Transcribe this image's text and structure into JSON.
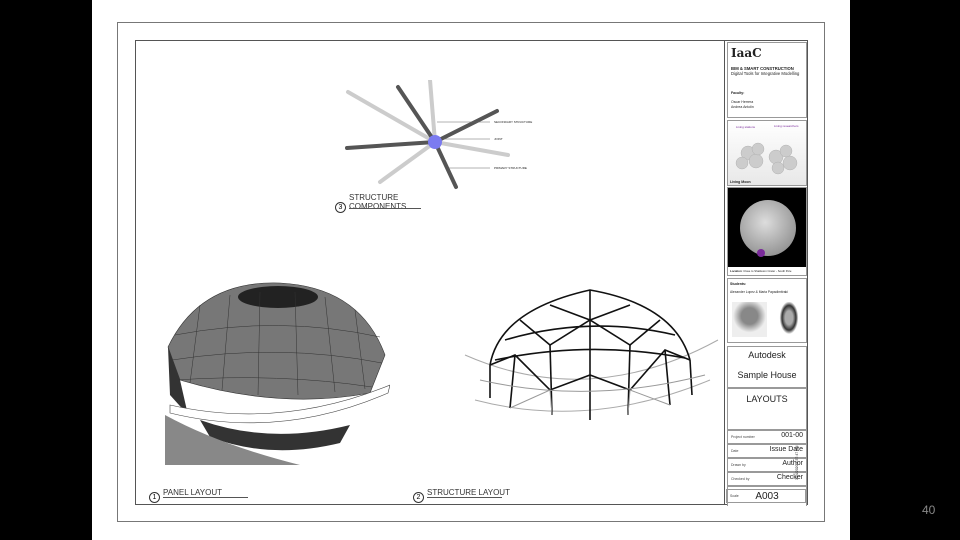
{
  "slide_number": "40",
  "title_block": {
    "logo": "IaaC",
    "program": "BIM & SMART CONSTRUCTION",
    "course": "Digital Tools for Integrative Modelling",
    "faculty_label": "Faculty:",
    "faculty": [
      "Oscar Herrera",
      "Andrea Antolin"
    ],
    "render_labels": [
      "Living stations",
      "Living researchers"
    ],
    "render_caption": "Living Moon",
    "location_label": "Location",
    "location": ": Close to Shakleton Crater - South Pole",
    "students_label": "Students:",
    "students": "Alexander Lopez & Maria Papadimitraki",
    "company": "Autodesk",
    "project": "Sample House",
    "sheet_name": "LAYOUTS",
    "fields": [
      {
        "label": "Project number",
        "value": "001-00"
      },
      {
        "label": "Date",
        "value": "Issue Date"
      },
      {
        "label": "Drawn by",
        "value": "Author"
      },
      {
        "label": "Checked by",
        "value": "Checker"
      }
    ],
    "sheet_number": "A003",
    "scale_label": "Scale",
    "timestamp": "3/14/2020 2:37:47 PM"
  },
  "views": [
    {
      "number": "1",
      "title": "PANEL LAYOUT"
    },
    {
      "number": "2",
      "title": "STRUCTURE LAYOUT"
    },
    {
      "number": "3",
      "title": "STRUCTURE\nCOMPONENTS",
      "line1": "STRUCTURE",
      "line2": "COMPONENTS"
    }
  ],
  "annotations": [
    "SECONDARY STRUCTURE",
    "JOINT",
    "PRIMARY STRUCTURE"
  ],
  "colors": {
    "joint": "#7b7bf0",
    "marker": "#7a2a9a"
  }
}
